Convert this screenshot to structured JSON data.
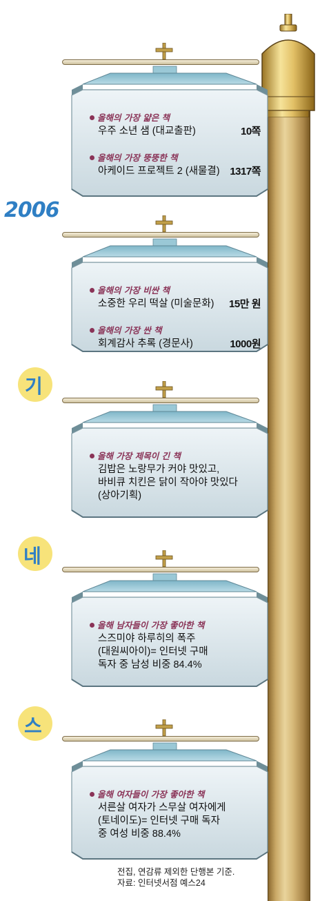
{
  "side_labels": {
    "year": "2006",
    "chars": [
      "기",
      "네",
      "스"
    ]
  },
  "signs": [
    {
      "items": [
        {
          "title": "올해의 가장 얇은 책",
          "book": "우주 소년 샘 (대교출판)",
          "value": "10쪽"
        },
        {
          "title": "올해의 가장 뚱뚱한 책",
          "book": "아케이드 프로젝트 2 (새물결)",
          "value": "1317쪽"
        }
      ]
    },
    {
      "items": [
        {
          "title": "올해의 가장 비싼 책",
          "book": "소중한 우리 떡살 (미술문화)",
          "value": "15만 원"
        },
        {
          "title": "올해의 가장 싼 책",
          "book": "회계감사 추록 (경문사)",
          "value": "1000원"
        }
      ]
    },
    {
      "items": [
        {
          "title": "올해 가장 제목이 긴 책",
          "lines": [
            "김밥은 노랑무가 커야 맛있고,",
            "바비큐 치킨은 닭이 작아야 맛있다",
            "(상아기획)"
          ]
        }
      ]
    },
    {
      "items": [
        {
          "title": "올해 남자들이 가장 좋아한 책",
          "lines": [
            "스즈미야 하루히의 폭주",
            "(대원씨아이)= 인터넷 구매",
            "독자 중 남성 비중 84.4%"
          ]
        }
      ]
    },
    {
      "items": [
        {
          "title": "올해 여자들이 가장 좋아한 책",
          "lines": [
            "서른살 여자가 스무살 여자에게",
            "(토네이도)= 인터넷 구매 독자",
            "중 여성 비중 88.4%"
          ]
        }
      ]
    }
  ],
  "footer": {
    "line1": "전집, 연감류 제외한 단행본 기준.",
    "line2": "자료: 인터넷서점 예스24"
  }
}
